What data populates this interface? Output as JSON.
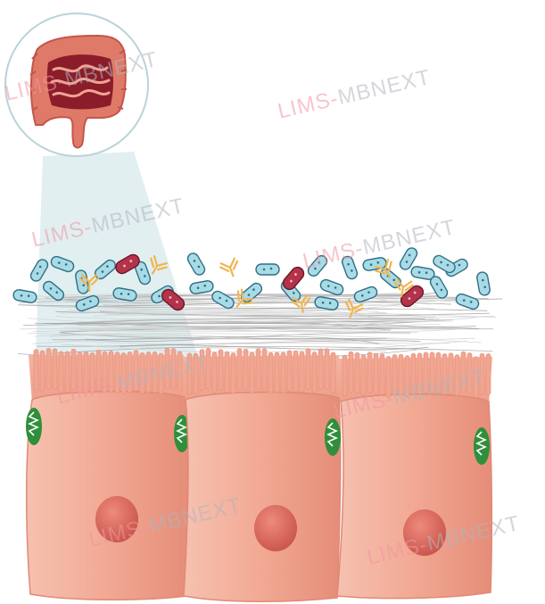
{
  "watermark": {
    "text_a": "LIMS-",
    "text_b": "MBNEXT"
  },
  "colors": {
    "cell_fill": "#f2ab96",
    "nucleus": "#d9675b",
    "mitochondria": "#2f8f3a",
    "bacteria_commensal": "#a9dbe6",
    "bacteria_pathogen": "#b3334a",
    "antibody": "#f0b550",
    "colon": "#e07a68",
    "mucus": "#c9c9c9"
  },
  "diagram": {
    "inset": "colon-icon",
    "layers": [
      "bacteria-icon",
      "antibody-icon",
      "mucus-layer",
      "microvilli",
      "epithelial-cell",
      "nucleus-icon",
      "mitochondria-icon"
    ]
  }
}
